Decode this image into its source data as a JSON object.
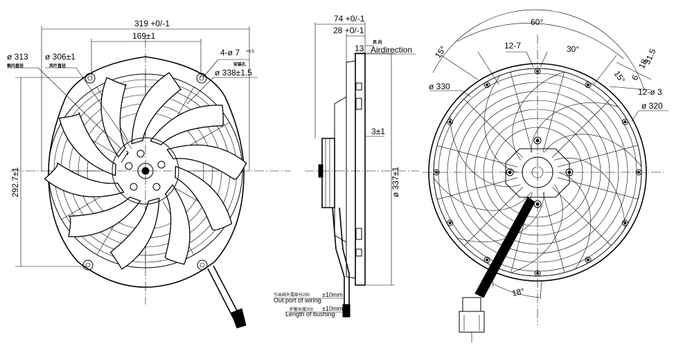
{
  "front_view": {
    "overall_width": "319 +0/-1",
    "spacing": "169±1",
    "frame_diameter_label": "ø 313",
    "frame_diameter_note": "框内直径",
    "blade_diameter_label": "ø 306±1",
    "blade_diameter_note": "风叶直径",
    "mounting_holes": "4-ø 7",
    "mounting_holes_tol": "+0.5",
    "mounting_holes_note": "安装孔",
    "bolt_circle": "ø 338±1.5",
    "height": "292.7±1"
  },
  "side_view": {
    "depth": "74 +0/-1",
    "depth2": "28 +0/-1",
    "offset": "13",
    "air_label_cn": "风 向",
    "air_label_en": "Airdirection",
    "gap": "3±1",
    "height": "ø 337±1",
    "wire_note_cn": "引出线外露部分250",
    "wire_note_en": "Out port of wiring",
    "wire_tol": "±10mm",
    "bushing_note_cn": "护套长度200",
    "bushing_note_en": "Length of bushing",
    "bushing_tol": "±10mm"
  },
  "rear_view": {
    "angle_top": "60°",
    "angle_left": "15°",
    "slot": "12-7",
    "angle_mid": "30°",
    "angle_right": "15°",
    "dim_315": "31.5",
    "dim_18": "18",
    "dim_6": "6",
    "holes": "12-ø 3",
    "diameter_outer": "ø 330",
    "diameter_inner": "ø 320",
    "angle_bottom": "18°"
  }
}
